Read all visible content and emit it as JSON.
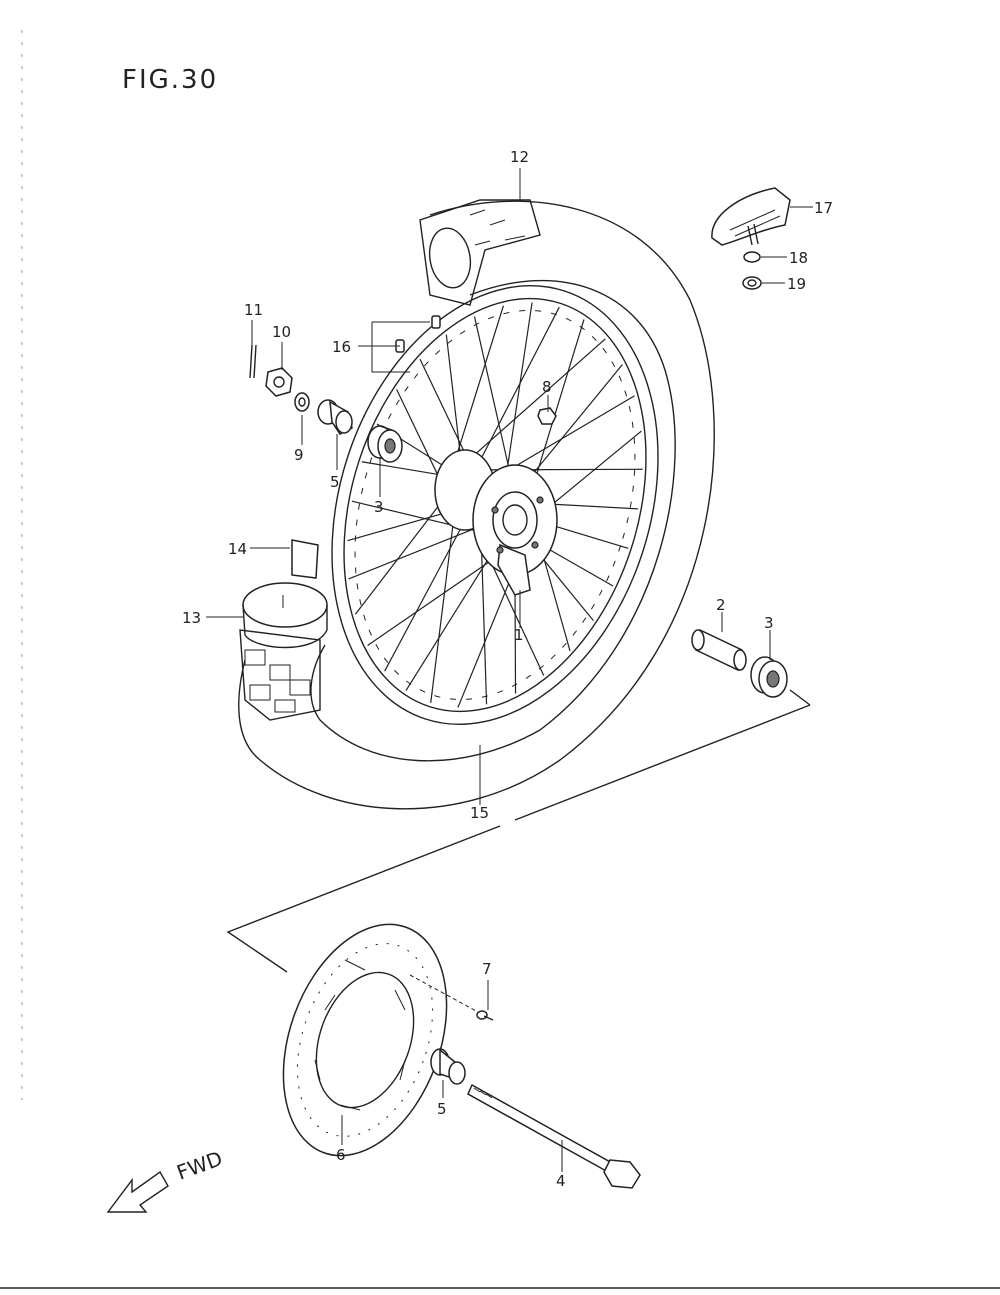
{
  "figure": {
    "title": "FIG.30",
    "direction_label": "FWD"
  },
  "callouts": {
    "c1": "1",
    "c2": "2",
    "c3a": "3",
    "c3b": "3",
    "c4": "4",
    "c5a": "5",
    "c5b": "5",
    "c6": "6",
    "c7": "7",
    "c8": "8",
    "c9": "9",
    "c10": "10",
    "c11": "11",
    "c12": "12",
    "c13": "13",
    "c14": "14",
    "c15": "15",
    "c16": "16",
    "c17": "17",
    "c18": "18",
    "c19": "19"
  }
}
